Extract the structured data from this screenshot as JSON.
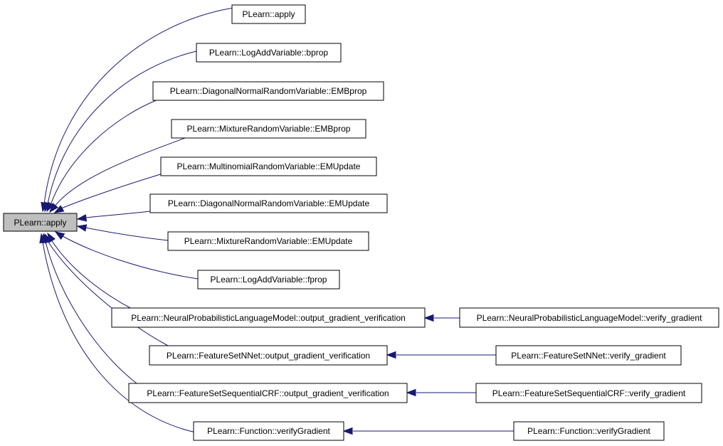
{
  "graph": {
    "root": {
      "id": "root",
      "label": "PLearn::apply"
    },
    "nodes": [
      {
        "id": "n1",
        "label": "PLearn::apply"
      },
      {
        "id": "n2",
        "label": "PLearn::LogAddVariable::bprop"
      },
      {
        "id": "n3",
        "label": "PLearn::DiagonalNormalRandomVariable::EMBprop"
      },
      {
        "id": "n4",
        "label": "PLearn::MixtureRandomVariable::EMBprop"
      },
      {
        "id": "n5",
        "label": "PLearn::MultinomialRandomVariable::EMUpdate"
      },
      {
        "id": "n6",
        "label": "PLearn::DiagonalNormalRandomVariable::EMUpdate"
      },
      {
        "id": "n7",
        "label": "PLearn::MixtureRandomVariable::EMUpdate"
      },
      {
        "id": "n8",
        "label": "PLearn::LogAddVariable::fprop"
      },
      {
        "id": "n9",
        "label": "PLearn::NeuralProbabilisticLanguageModel::output_gradient_verification"
      },
      {
        "id": "n10",
        "label": "PLearn::FeatureSetNNet::output_gradient_verification"
      },
      {
        "id": "n11",
        "label": "PLearn::FeatureSetSequentialCRF::output_gradient_verification"
      },
      {
        "id": "n12",
        "label": "PLearn::Function::verifyGradient"
      },
      {
        "id": "n13",
        "label": "PLearn::NeuralProbabilisticLanguageModel::verify_gradient"
      },
      {
        "id": "n14",
        "label": "PLearn::FeatureSetNNet::verify_gradient"
      },
      {
        "id": "n15",
        "label": "PLearn::FeatureSetSequentialCRF::verify_gradient"
      },
      {
        "id": "n16",
        "label": "PLearn::Function::verifyGradient"
      }
    ],
    "edges": [
      {
        "from": "n1",
        "to": "root"
      },
      {
        "from": "n2",
        "to": "root"
      },
      {
        "from": "n3",
        "to": "root"
      },
      {
        "from": "n4",
        "to": "root"
      },
      {
        "from": "n5",
        "to": "root"
      },
      {
        "from": "n6",
        "to": "root"
      },
      {
        "from": "n7",
        "to": "root"
      },
      {
        "from": "n8",
        "to": "root"
      },
      {
        "from": "n9",
        "to": "root"
      },
      {
        "from": "n10",
        "to": "root"
      },
      {
        "from": "n11",
        "to": "root"
      },
      {
        "from": "n12",
        "to": "root"
      },
      {
        "from": "n13",
        "to": "n9"
      },
      {
        "from": "n14",
        "to": "n10"
      },
      {
        "from": "n15",
        "to": "n11"
      },
      {
        "from": "n16",
        "to": "n12"
      }
    ],
    "colors": {
      "edge": "#191970",
      "root_fill": "#bfbfbf",
      "node_fill": "#ffffff",
      "node_border": "#000000"
    }
  }
}
